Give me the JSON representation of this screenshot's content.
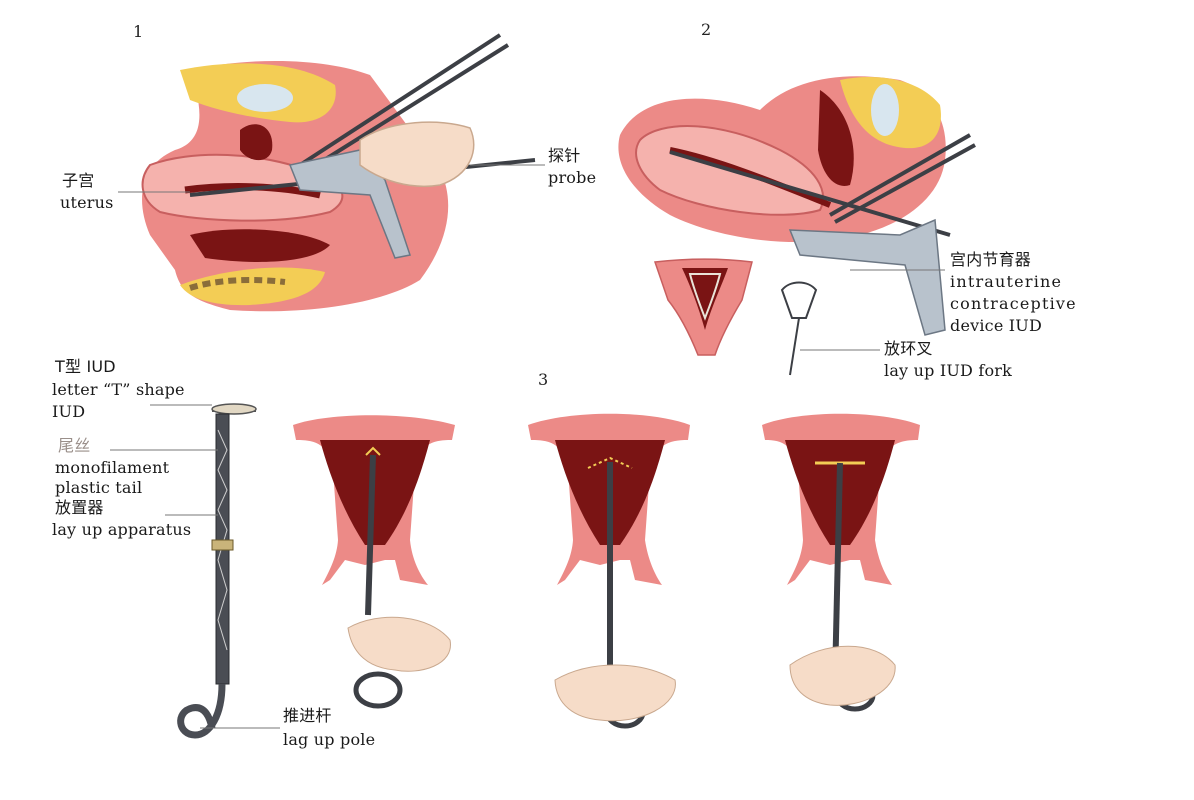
{
  "colors": {
    "tissue": "#ec8a87",
    "tissue_light": "#f5b2ad",
    "cavity": "#7a1414",
    "fat": "#f3cd55",
    "instrument": "#3c3f45",
    "speculum": "#b8c2cc",
    "skin": "#f6dcc8"
  },
  "panels": [
    {
      "number": "1",
      "labels": [
        {
          "zh": "子宫",
          "en": "uterus"
        },
        {
          "zh": "探针",
          "en": "probe"
        }
      ]
    },
    {
      "number": "2",
      "labels": [
        {
          "zh": "宫内节育器",
          "en": [
            "intrauterine",
            "contraceptive",
            "device IUD"
          ]
        },
        {
          "zh": "放环叉",
          "en": "lay up IUD fork"
        }
      ]
    },
    {
      "number": "3",
      "labels": [
        {
          "zh": "T型 IUD",
          "en": [
            "letter “T” shape",
            "IUD"
          ]
        },
        {
          "zh": "尾丝",
          "en": [
            "monofilament",
            "plastic tail"
          ]
        },
        {
          "zh": "放置器",
          "en": "lay up apparatus"
        },
        {
          "zh": "推进杆",
          "en": "lag up pole"
        }
      ]
    }
  ]
}
